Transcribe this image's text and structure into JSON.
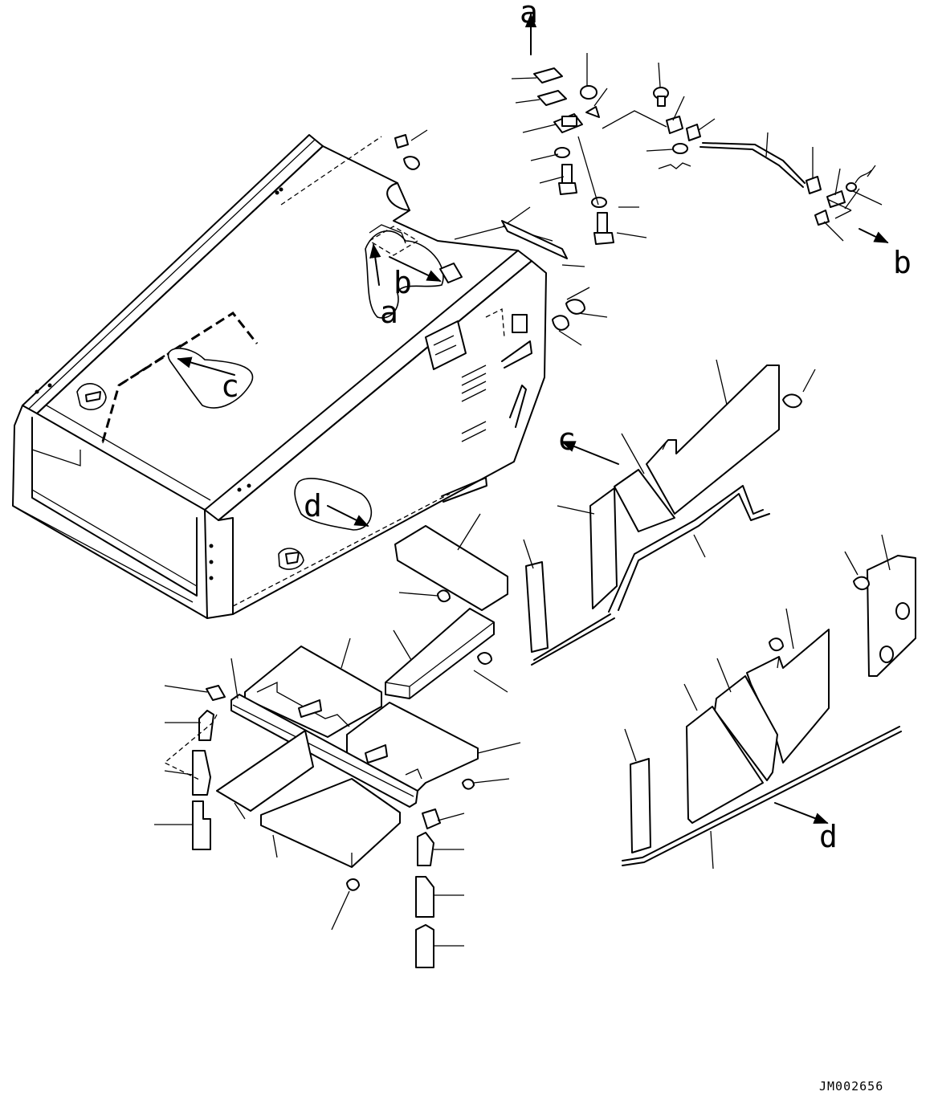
{
  "drawing": {
    "code": "JM002656",
    "view_labels": {
      "a": "a",
      "b": "b",
      "c": "c",
      "d": "d"
    }
  }
}
